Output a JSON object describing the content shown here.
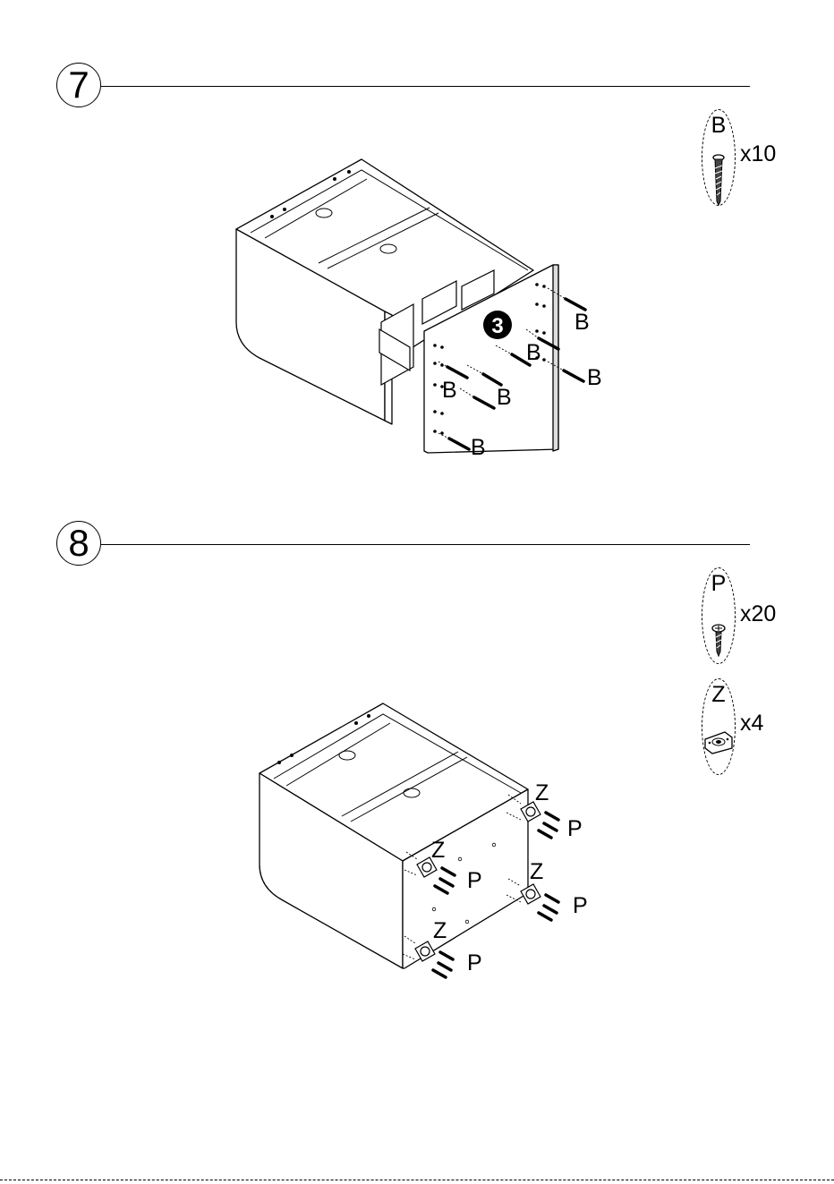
{
  "steps": [
    {
      "number": "7",
      "hardware": [
        {
          "letter": "B",
          "quantity": "x10",
          "icon": "long-screw-icon"
        }
      ],
      "callouts": [
        "B",
        "B",
        "B",
        "B",
        "B",
        "B"
      ],
      "panel_badge": "3"
    },
    {
      "number": "8",
      "hardware": [
        {
          "letter": "P",
          "quantity": "x20",
          "icon": "short-screw-icon"
        },
        {
          "letter": "Z",
          "quantity": "x4",
          "icon": "caster-plate-icon"
        }
      ],
      "callouts": [
        "Z",
        "P",
        "Z",
        "P",
        "Z",
        "P",
        "Z",
        "P"
      ]
    }
  ]
}
